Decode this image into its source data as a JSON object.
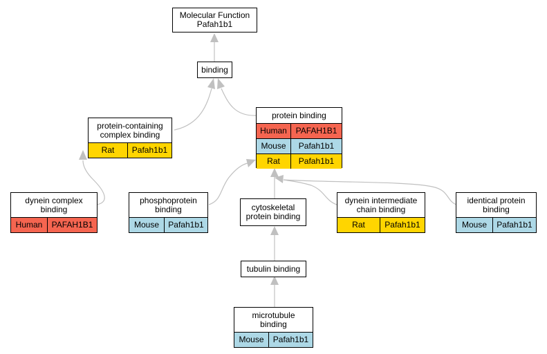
{
  "nodes": {
    "mf": {
      "lines": [
        "Molecular Function",
        "Pafah1b1"
      ]
    },
    "binding": {
      "lines": [
        "binding"
      ]
    },
    "pcc": {
      "lines": [
        "protein-containing",
        "complex binding"
      ],
      "rows": [
        {
          "species": "Rat",
          "gene": "Pafah1b1"
        }
      ]
    },
    "pb": {
      "lines": [
        "protein binding"
      ],
      "rows": [
        {
          "species": "Human",
          "gene": "PAFAH1B1"
        },
        {
          "species": "Mouse",
          "gene": "Pafah1b1"
        },
        {
          "species": "Rat",
          "gene": "Pafah1b1"
        }
      ]
    },
    "dcb": {
      "lines": [
        "dynein complex",
        "binding"
      ],
      "rows": [
        {
          "species": "Human",
          "gene": "PAFAH1B1"
        }
      ]
    },
    "ppb": {
      "lines": [
        "phosphoprotein",
        "binding"
      ],
      "rows": [
        {
          "species": "Mouse",
          "gene": "Pafah1b1"
        }
      ]
    },
    "cpb": {
      "lines": [
        "cytoskeletal",
        "protein binding"
      ]
    },
    "dicb": {
      "lines": [
        "dynein intermediate",
        "chain binding"
      ],
      "rows": [
        {
          "species": "Rat",
          "gene": "Pafah1b1"
        }
      ]
    },
    "ipb": {
      "lines": [
        "identical protein",
        "binding"
      ],
      "rows": [
        {
          "species": "Mouse",
          "gene": "Pafah1b1"
        }
      ]
    },
    "tb": {
      "lines": [
        "tubulin binding"
      ]
    },
    "mb": {
      "lines": [
        "microtubule",
        "binding"
      ],
      "rows": [
        {
          "species": "Mouse",
          "gene": "Pafah1b1"
        }
      ]
    }
  },
  "colors": {
    "Human": "#f56550",
    "Mouse": "#add8e6",
    "Rat": "#ffd500",
    "edge": "#c0c0c0"
  }
}
